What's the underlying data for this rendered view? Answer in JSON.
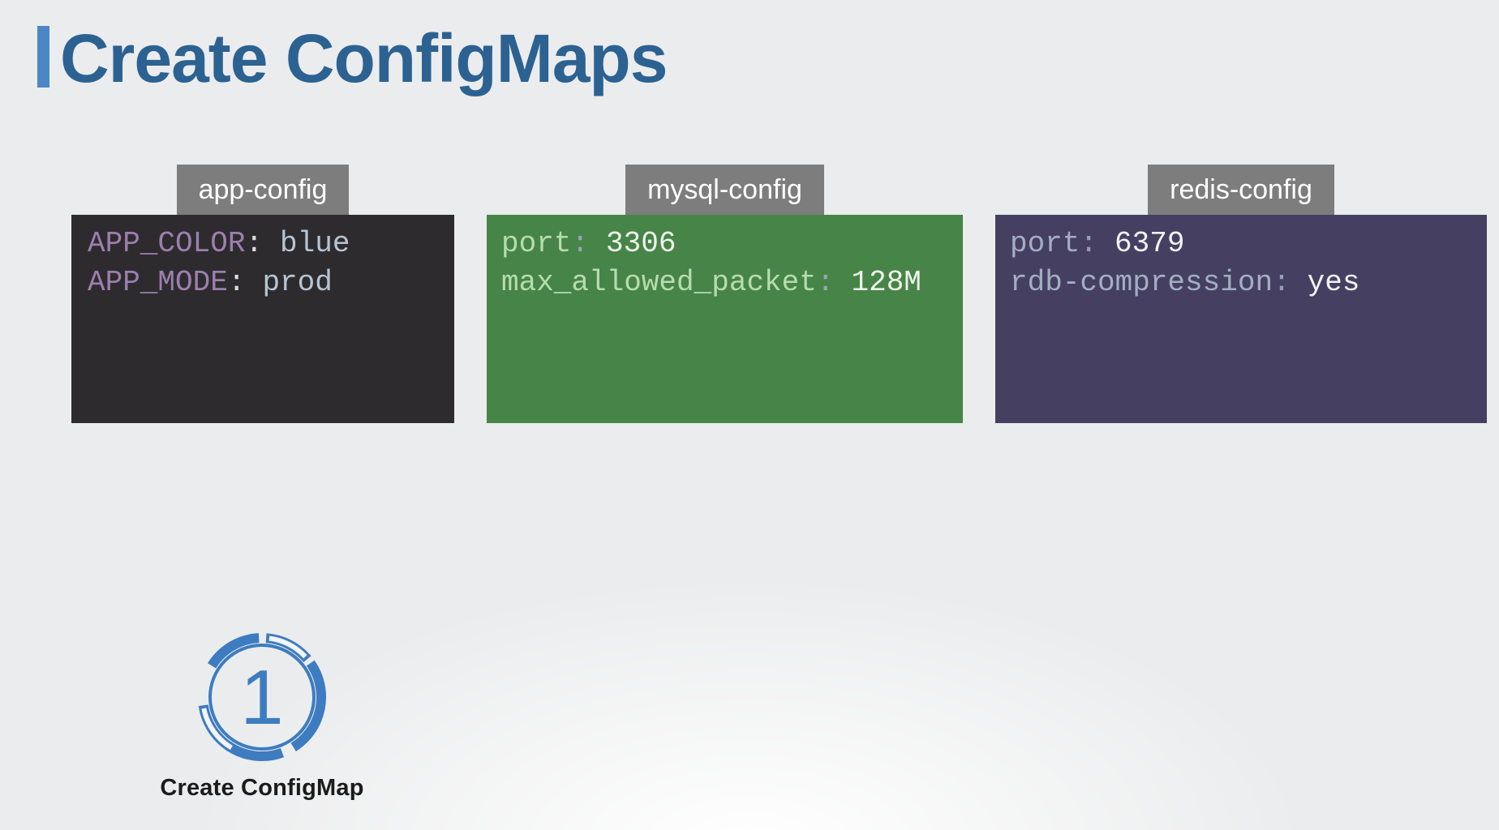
{
  "page": {
    "title": "Create ConfigMaps"
  },
  "theme": {
    "title_color": "#2c6292",
    "accent_bar_color": "#4c87c5",
    "tab_bg": "#7d7d7d",
    "tab_text": "#ffffff",
    "step_color": "#3d7cc0",
    "background": "#ebeced"
  },
  "syntax": {
    "colon": ":"
  },
  "configmaps": [
    {
      "name": "app-config",
      "colors": {
        "bg": "#2d2b2e",
        "key": "#9d7fae",
        "colon": "#dcdcdc",
        "value": "#b7c5d3"
      },
      "entries": [
        {
          "key": "APP_COLOR",
          "value": "blue"
        },
        {
          "key": "APP_MODE",
          "value": "prod"
        }
      ]
    },
    {
      "name": "mysql-config",
      "colors": {
        "bg": "#478447",
        "key": "#b7dcae",
        "colon": "#9aa3b8",
        "value": "#eef4ec"
      },
      "entries": [
        {
          "key": "port",
          "value": "3306"
        },
        {
          "key": "max_allowed_packet",
          "value": "128M"
        }
      ]
    },
    {
      "name": "redis-config",
      "colors": {
        "bg": "#453f62",
        "key": "#a3aec2",
        "colon": "#94a0bb",
        "value": "#f2f2f6"
      },
      "entries": [
        {
          "key": "port",
          "value": "6379"
        },
        {
          "key": "rdb-compression",
          "value": "yes"
        }
      ]
    }
  ],
  "step": {
    "number": "1",
    "label": "Create ConfigMap"
  }
}
